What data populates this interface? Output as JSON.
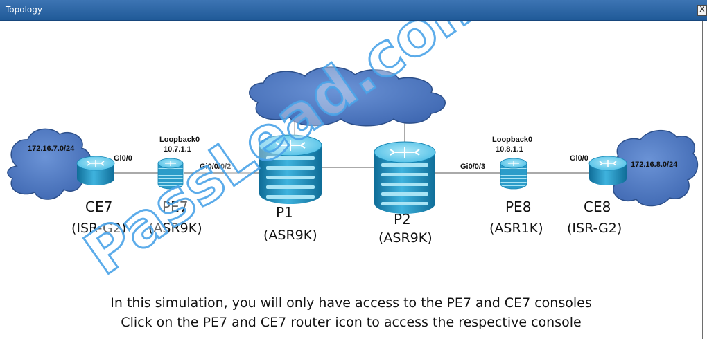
{
  "window": {
    "title": "Topology",
    "close_label": "X"
  },
  "devices": {
    "ce7": {
      "name": "CE7",
      "type": "(ISR-G2)",
      "interface": "Gi0/0"
    },
    "pe7": {
      "name": "PE7",
      "type": "(ASR9K)",
      "loopback_label": "Loopback0",
      "loopback_ip": "10.7.1.1",
      "interface": "Gi0/0/0/2"
    },
    "p1": {
      "name": "P1",
      "type": "(ASR9K)"
    },
    "p2": {
      "name": "P2",
      "type": "(ASR9K)"
    },
    "pe8": {
      "name": "PE8",
      "type": "(ASR1K)",
      "loopback_label": "Loopback0",
      "loopback_ip": "10.8.1.1",
      "interface": "Gi0/0/3"
    },
    "ce8": {
      "name": "CE8",
      "type": "(ISR-G2)",
      "interface": "Gi0/0"
    }
  },
  "networks": {
    "left": "172.16.7.0/24",
    "right": "172.16.8.0/24"
  },
  "instructions": {
    "line1": "In this simulation, you will only have access to the PE7 and CE7 consoles",
    "line2": "Click on the PE7 and CE7 router icon to access the respective console"
  },
  "watermark": "PassLead.com",
  "colors": {
    "titlebar": "#2d66a6",
    "cloud_fill": "#4d79c3",
    "cloud_stroke": "#2c4f8a",
    "router_light": "#76d2ee",
    "router_dark": "#1686b4",
    "watermark": "#4aa3e8"
  }
}
